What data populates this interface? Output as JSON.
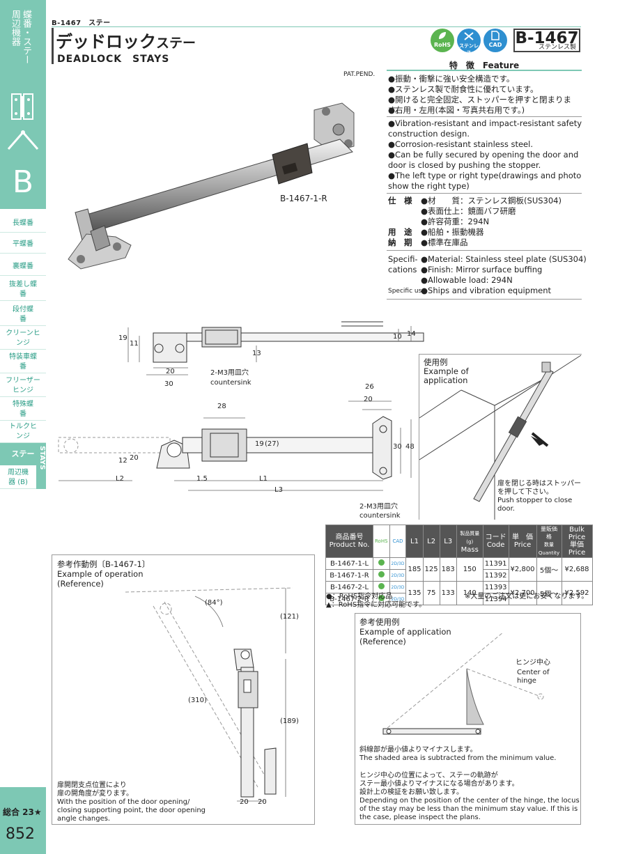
{
  "sidebar": {
    "category": "蝶番・ステー",
    "sub": "周辺機器",
    "letter": "B",
    "items": [
      "長蝶番",
      "平蝶番",
      "裏蝶番",
      "抜差し蝶番",
      "段付蝶番",
      "クリーンヒンジ",
      "特装車蝶番",
      "フリーザーヒンジ",
      "特殊蝶番",
      "トルクヒンジ"
    ],
    "active": "ステー",
    "active_en": "STAYS",
    "after": "周辺機器 (B)",
    "sogo": "総合 23★",
    "page": "852"
  },
  "header": {
    "code_line": "B-1467　ステー",
    "title_jp_bold": "デッドロック",
    "title_jp_small": "ステー",
    "title_en": "DEADLOCK　STAYS",
    "badges": [
      {
        "label": "RoHS",
        "color": "#5bb450"
      },
      {
        "label": "ステンレス",
        "color": "#2e8fd0"
      },
      {
        "label": "CAD",
        "color": "#2e8fd0"
      }
    ],
    "model": "B-1467",
    "model_sub": "ステンレス製"
  },
  "photo": {
    "pat": "PAT.PEND.",
    "label": "B-1467-1-R"
  },
  "features": {
    "heading": "特　徴　Feature",
    "jp": [
      "●振動・衝撃に強い安全構造です。",
      "●ステンレス製で耐食性に優れています。",
      "●開けると完全固定、ストッパーを押すと閉まります。",
      "●右用・左用(本図・写真共右用です。)"
    ],
    "en": [
      "●Vibration-resistant and impact-resistant safety construction design.",
      "●Corrosion-resistant stainless steel.",
      "●Can be fully secured by opening the door and door is closed by pushing the stopper.",
      "●The left type or right type(drawings and photo show the right type)"
    ]
  },
  "specs_jp": {
    "shiyo": "仕　様",
    "shiyo_items": [
      "●材　　質：ステンレス鋼板(SUS304)",
      "●表面仕上：鏡面バフ研磨",
      "●許容荷重：294N"
    ],
    "yoto": "用　途",
    "yoto_item": "●船舶・振動機器",
    "noki": "納　期",
    "noki_item": "●標準在庫品"
  },
  "specs_en": {
    "label1": "Specifi-",
    "label2": "cations",
    "items": [
      "●Material: Stainless steel plate (SUS304)",
      "●Finish: Mirror surface buffing",
      "●Allowable load: 294N"
    ],
    "use_label": "Specific use",
    "use_item": "●Ships and vibration equipment"
  },
  "drawing": {
    "dims_top": [
      "19",
      "11",
      "20",
      "30",
      "13",
      "10",
      "14"
    ],
    "countersink_jp": "2-M3用皿穴",
    "countersink_en": "countersink",
    "dims_main": [
      "28",
      "26",
      "20",
      "19",
      "(27)",
      "30",
      "48",
      "12",
      "20",
      "1.5",
      "L2",
      "L1",
      "L3"
    ]
  },
  "usage": {
    "title_jp": "使用例",
    "title_en1": "Example of",
    "title_en2": "application",
    "note": [
      "扉を閉じる時はストッパー",
      "を押して下さい。",
      "Push stopper to close",
      "door."
    ]
  },
  "table": {
    "headers": {
      "product_jp": "商品番号",
      "product_en": "Product No.",
      "rohs": "RoHS",
      "cad": "CAD",
      "l1": "L1",
      "l2": "L2",
      "l3": "L3",
      "mass_jp": "製品質量(g)",
      "mass_en": "Mass",
      "code_jp": "コード",
      "code_en": "Code",
      "price_jp": "単　価",
      "price_en": "Price",
      "qty_jp": "量販価格",
      "qty_jp2": "数量 Quantity",
      "bulk_en": "Bulk Price",
      "bulk_jp": "単価 Price"
    },
    "rows": [
      {
        "no": "B-1467-1-L",
        "cad": "2D/3D",
        "code": "11391"
      },
      {
        "no": "B-1467-1-R",
        "cad": "2D/3D",
        "code": "11392"
      },
      {
        "no": "B-1467-2-L",
        "cad": "2D/3D",
        "code": "11393"
      },
      {
        "no": "B-1467-2-R",
        "cad": "2D/3D",
        "code": "11394"
      }
    ],
    "groups": [
      {
        "l1": "185",
        "l2": "125",
        "l3": "183",
        "mass": "150",
        "price": "¥2,800",
        "qty": "5個～",
        "bulk": "¥2,688"
      },
      {
        "l1": "135",
        "l2": "75",
        "l3": "133",
        "mass": "140",
        "price": "¥2,700",
        "qty": "5個～",
        "bulk": "¥2,592"
      }
    ],
    "note_rohs": "●：RoHS指令対応品",
    "note_tri": "▲：RoHS指令に対応可能です。",
    "note_bulk": "※大量のご注文は更にお安くなります。"
  },
  "operation": {
    "title_jp": "参考作動例〔B-1467-1〕",
    "title_en1": "Example of operation",
    "title_en2": "(Reference)",
    "angle": "(84°)",
    "dims": [
      "(121)",
      "(310)",
      "(189)",
      "20",
      "20"
    ],
    "note": [
      "扉開閉支点位置により",
      "扉の開角度が変ります。",
      "With the position of the door opening/",
      "closing supporting point, the door opening",
      "angle changes."
    ]
  },
  "application": {
    "title_jp": "参考使用例",
    "title_en1": "Example of application",
    "title_en2": "(Reference)",
    "hinge_jp": "ヒンジ中心",
    "hinge_en1": "Center of",
    "hinge_en2": "hinge",
    "note": [
      "斜線部が最小値よりマイナスします。",
      "The shaded area is subtracted from the minimum value.",
      "",
      "ヒンジ中心の位置によって、ステーの軌跡が",
      "ステー最小値よりマイナスになる場合があります。",
      "設計上の検証をお願い致します。",
      "Depending on the position of the center of the hinge, the locus",
      "of the stay may be less than the minimum stay value. If this is",
      "the case, please inspect the plans."
    ]
  }
}
